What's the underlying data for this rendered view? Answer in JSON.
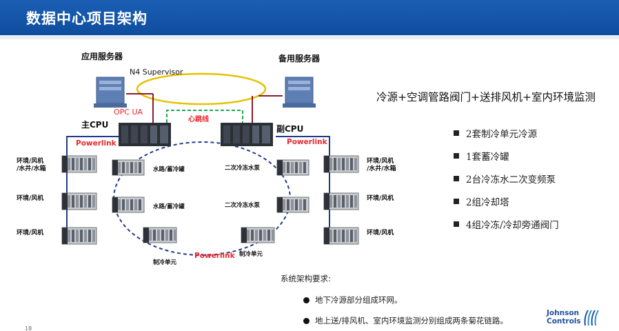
{
  "header": {
    "title": "数据中心项目架构"
  },
  "servers": {
    "app": "应用服务器",
    "backup": "备用服务器",
    "supervisor": "N4 Supervisor",
    "opc": "OPC UA"
  },
  "cpu": {
    "main": "主CPU",
    "sub": "副CPU",
    "heartbeat": "心跳线"
  },
  "powerlink": "Powerlink",
  "modules": {
    "left": [
      "环境/风机\n/水井/水箱",
      "环境/风机",
      "环境/风机"
    ],
    "right": [
      "环境/风机\n/水井/水箱",
      "环境/风机",
      "环境/风机"
    ],
    "ring_left": [
      "水路/蓄冷罐",
      "水路/蓄冷罐"
    ],
    "ring_right": [
      "二次冷冻水泵",
      "二次冷冻水泵"
    ],
    "ring_bottom": [
      "制冷单元",
      "制冷单元"
    ]
  },
  "headline": "冷源+空调管路阀门+送排风机+室内环境监测",
  "features": [
    "2套制冷单元冷源",
    "1套蓄冷罐",
    "2台冷冻水二次变频泵",
    "2组冷却塔",
    "4组冷冻/冷却旁通阀门"
  ],
  "requirements": {
    "title": "系统架构要求:",
    "items": [
      "地下冷源部分组成环网。",
      "地上送/排风机、室内环境监测分别组成两条菊花链路。"
    ]
  },
  "logo": {
    "line1": "Johnson",
    "line2": "Controls"
  },
  "page_number": "18",
  "colors": {
    "header_blue": "#1155aa",
    "link_blue": "#1f3a8a",
    "server_link": "#8b1a2b",
    "powerlink_red": "#e8262b",
    "heartbeat_green": "#1aa64a",
    "ring_ellipse": "#e6c200"
  }
}
